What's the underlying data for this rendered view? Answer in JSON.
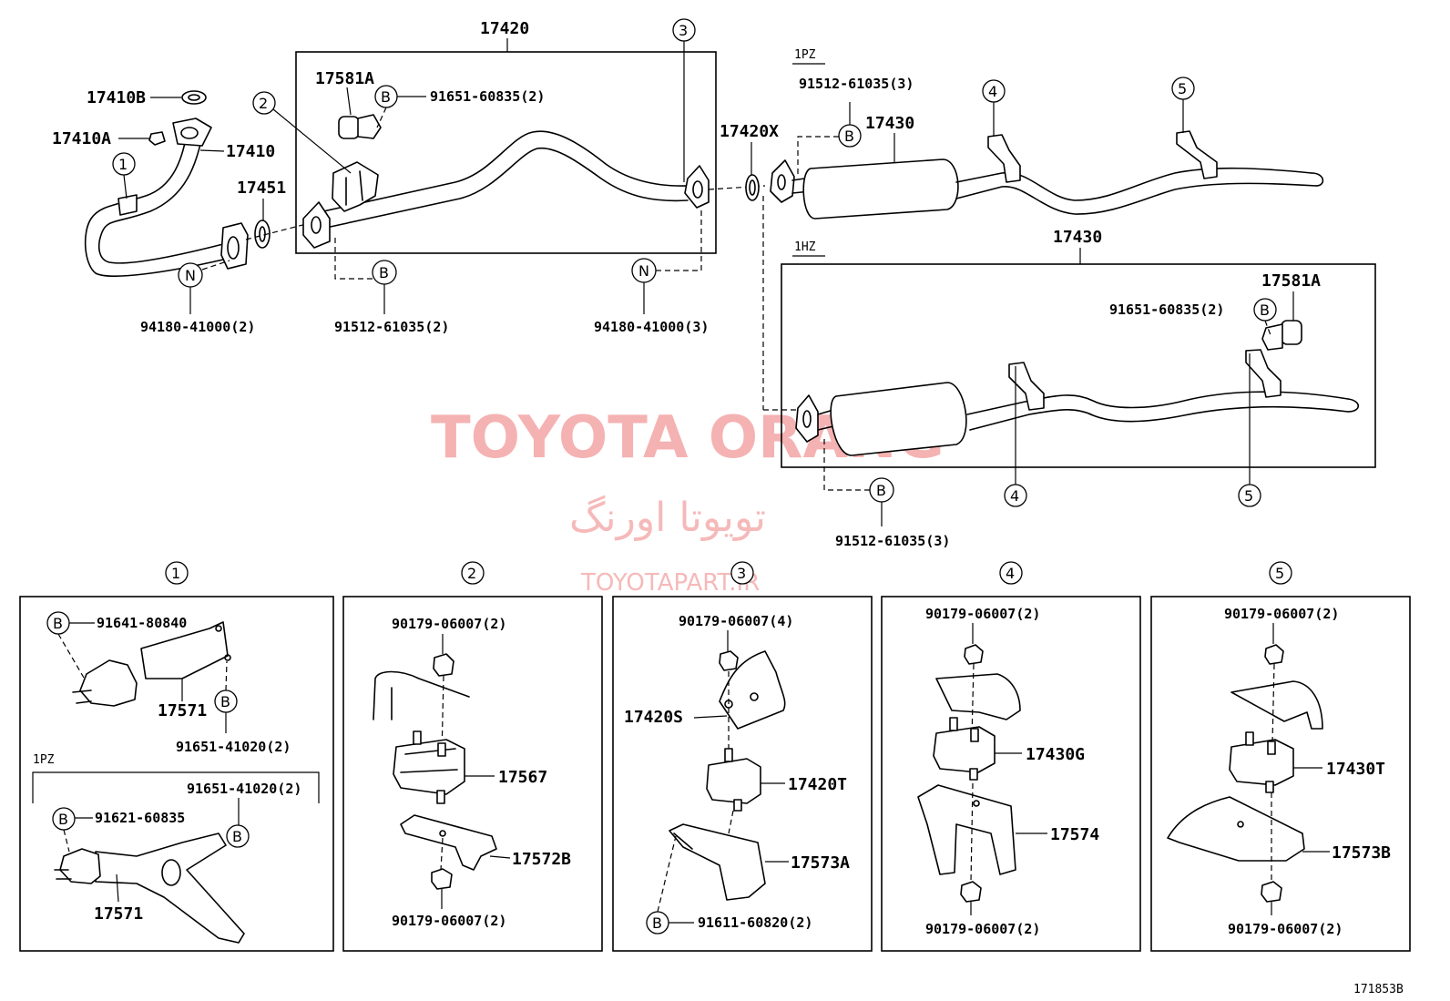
{
  "diagram_id": "171853B",
  "watermark": {
    "brand": "TOYOTA ORANG",
    "persian": "تویوتا اورنگ",
    "site": "TOYOTAPART.IR"
  },
  "variants": {
    "pz": "1PZ",
    "hz": "1HZ"
  },
  "callouts": [
    "1",
    "2",
    "3",
    "4",
    "5"
  ],
  "fastener_markers": {
    "bolt": "B",
    "nut": "N"
  },
  "main": {
    "p17420": "17420",
    "p17581A": "17581A",
    "p91651_60835": "91651-60835(2)",
    "p17410B": "17410B",
    "p17410A": "17410A",
    "p17410": "17410",
    "p17451": "17451",
    "p94180_2": "94180-41000(2)",
    "p91512_2": "91512-61035(2)",
    "p94180_3": "94180-41000(3)",
    "p17420X": "17420X",
    "p91512_3_top": "91512-61035(3)",
    "p17430_top": "17430",
    "p17430_box": "17430",
    "p17581A_right": "17581A",
    "p91651_right": "91651-60835(2)",
    "p91512_3_bottom": "91512-61035(3)"
  },
  "details": {
    "d1": {
      "a": "91641-80840",
      "b": "17571",
      "c": "91651-41020(2)",
      "variant": "1PZ",
      "d": "91651-41020(2)",
      "e": "91621-60835",
      "f": "17571"
    },
    "d2": {
      "top": "90179-06007(2)",
      "mount": "17567",
      "bracket": "17572B",
      "bottom": "90179-06007(2)"
    },
    "d3": {
      "top": "90179-06007(4)",
      "support": "17420S",
      "mount": "17420T",
      "bracket": "17573A",
      "bolt": "91611-60820(2)"
    },
    "d4": {
      "top": "90179-06007(2)",
      "mount": "17430G",
      "bracket": "17574",
      "bottom": "90179-06007(2)"
    },
    "d5": {
      "top": "90179-06007(2)",
      "mount": "17430T",
      "bracket": "17573B",
      "bottom": "90179-06007(2)"
    }
  }
}
